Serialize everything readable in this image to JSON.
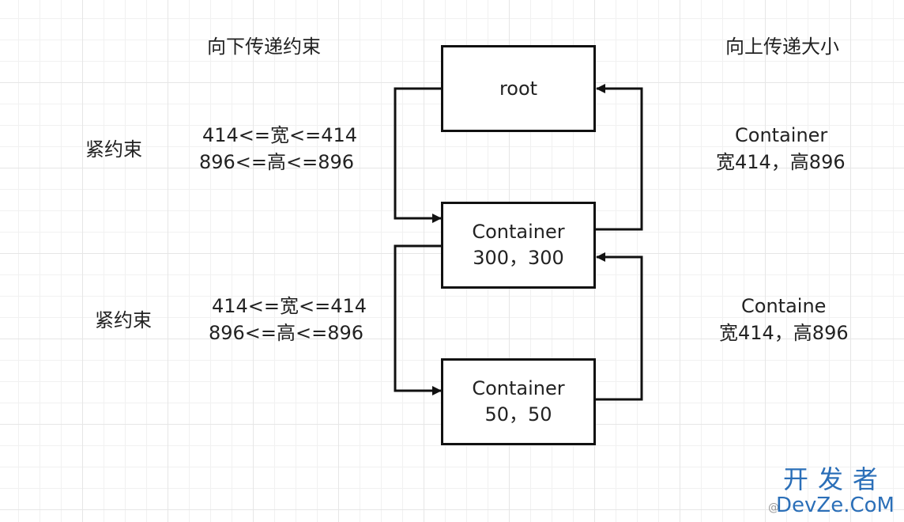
{
  "headers": {
    "down": "向下传递约束",
    "up": "向上传递大小"
  },
  "left_labels": {
    "top": "紧约束",
    "bottom": "紧约束"
  },
  "constraints": {
    "top": {
      "width": "414<=宽<=414",
      "height": "896<=高<=896"
    },
    "bottom": {
      "width": "414<=宽<=414",
      "height": "896<=高<=896"
    }
  },
  "nodes": {
    "root": {
      "label": "root"
    },
    "container1": {
      "name": "Container",
      "size": "300，300"
    },
    "container2": {
      "name": "Container",
      "size": "50，50"
    }
  },
  "sizes": {
    "top": {
      "name": "Container",
      "size": "宽414，高896"
    },
    "bottom": {
      "name": "Containe",
      "size": "宽414，高896"
    }
  },
  "watermark": {
    "cn": "开发者",
    "en": "DevZe.CoM",
    "at": "@"
  },
  "colors": {
    "line": "#111111",
    "watermark": "#2b6fb8",
    "grid": "#e6e6e6"
  }
}
